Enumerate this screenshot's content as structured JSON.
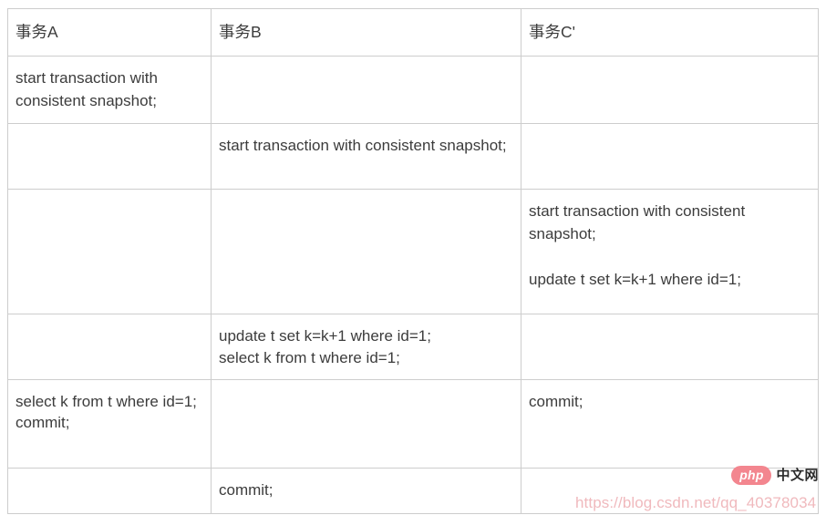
{
  "table": {
    "columns": [
      {
        "id": "txn-a",
        "header": "事务A"
      },
      {
        "id": "txn-b",
        "header": "事务B"
      },
      {
        "id": "txn-c",
        "header": "事务C'"
      }
    ],
    "rows": [
      {
        "a": "start transaction with consistent snapshot;",
        "b": "",
        "c": ""
      },
      {
        "a": "",
        "b": "start transaction with consistent snapshot;",
        "c": ""
      },
      {
        "a": "",
        "b": "",
        "c_para_1": "start transaction with consistent snapshot;",
        "c_para_2": "update t set k=k+1 where id=1;"
      },
      {
        "a": "",
        "b": "update t set k=k+1 where id=1;\nselect k from t where id=1;",
        "c": ""
      },
      {
        "a": "select k from t where id=1;\ncommit;",
        "b": "",
        "c": "commit;"
      },
      {
        "a": "",
        "b": "commit;",
        "c": ""
      }
    ]
  },
  "watermark": {
    "url": "https://blog.csdn.net/qq_40378034",
    "logo_badge": "php",
    "logo_text": "中文网"
  },
  "colors": {
    "border": "#cdcdcd",
    "text": "#3c3c3c",
    "background": "#ffffff",
    "watermark_url": "#f0b9bd",
    "watermark_badge": "#f3868f"
  }
}
